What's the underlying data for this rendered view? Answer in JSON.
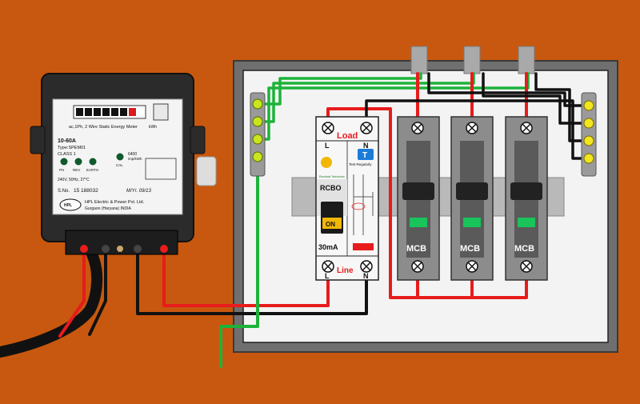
{
  "colors": {
    "background": "#c8580f",
    "live_wire": "#e81c1c",
    "neutral_wire": "#111111",
    "earth_wire": "#1db33a",
    "meter_body": "#2b2b2b",
    "panel": "#f2f2f2",
    "switch_on": "#f2b705",
    "indicator": "#19c45a"
  },
  "meter": {
    "title": "ac,1Ph, 2 Wire Static Energy Meter",
    "rating": "10-60A",
    "type": "Type:SPEM01",
    "class": "CLASS 1",
    "led_labels": [
      "PH",
      "REV",
      "EARTH"
    ],
    "cal_label": "CAL",
    "pulse": "6400",
    "pulse_unit": "imp/kWh",
    "voltage": "240V, 50Hz, 27°C",
    "serial_label": "S.No.",
    "serial": "15 188032",
    "date": "M/Yr. 09/13",
    "maker": "HPL Electric & Power Pvt. Ltd.",
    "location": "Gurgaon (Haryana) INDIA",
    "brand": "HPL",
    "reading_unit": "kWh"
  },
  "rcbo": {
    "load_label": "Load",
    "line_label": "Line",
    "terminal_l": "L",
    "terminal_n": "N",
    "name": "RCBO",
    "switch_state": "ON",
    "rating": "30mA",
    "test_button": "T",
    "test_text": "Test Regularly",
    "logo_text": "Electrical Technician"
  },
  "mcbs": [
    {
      "label": "MCB"
    },
    {
      "label": "MCB"
    },
    {
      "label": "MCB"
    }
  ]
}
